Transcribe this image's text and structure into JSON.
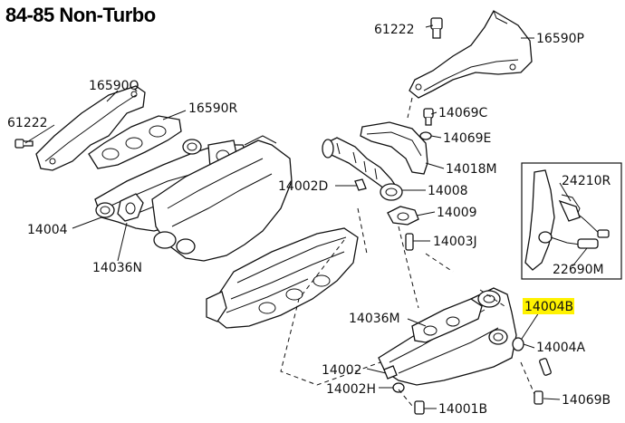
{
  "title": "84-85 Non-Turbo",
  "highlight_color": "#fff200",
  "labels": {
    "p61222_top": "61222",
    "p16590P": "16590P",
    "p16590Q": "16590Q",
    "p16590R": "16590R",
    "p61222_left": "61222",
    "p14069C": "14069C",
    "p14069E": "14069E",
    "p14018M": "14018M",
    "p14002D": "14002D",
    "p14008": "14008",
    "p14009": "14009",
    "p14003J": "14003J",
    "p14004_left": "14004",
    "p14036N": "14036N",
    "p24210R": "24210R",
    "p22690M": "22690M",
    "p14004B": "14004B",
    "p14004A": "14004A",
    "p14036M": "14036M",
    "p14002": "14002",
    "p14002H": "14002H",
    "p14001B": "14001B",
    "p14069B": "14069B"
  }
}
